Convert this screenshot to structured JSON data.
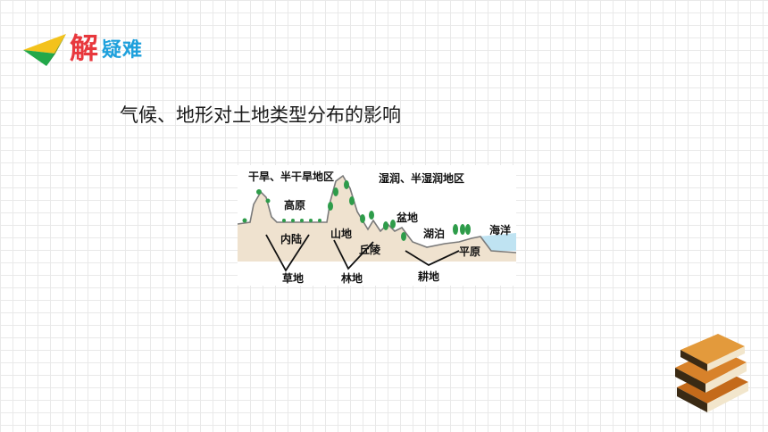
{
  "header": {
    "logo_main": "解",
    "logo_sub": "疑难",
    "colors": {
      "main": "#e8383d",
      "sub": "#1ea0dc",
      "arrow_yellow": "#f3c21c",
      "arrow_green": "#22a84a"
    }
  },
  "heading": "气候、地形对土地类型分布的影响",
  "diagram": {
    "region_dry": "干旱、半干旱地区",
    "region_wet": "湿润、半湿润地区",
    "plateau": "高原",
    "inland": "内陆",
    "mountain": "山地",
    "hills": "丘陵",
    "basin": "盆地",
    "lake": "湖泊",
    "sea": "海洋",
    "plain": "平原",
    "grassland": "草地",
    "forest": "林地",
    "farmland": "耕地"
  },
  "decor": {
    "books_icon": "books-icon"
  }
}
